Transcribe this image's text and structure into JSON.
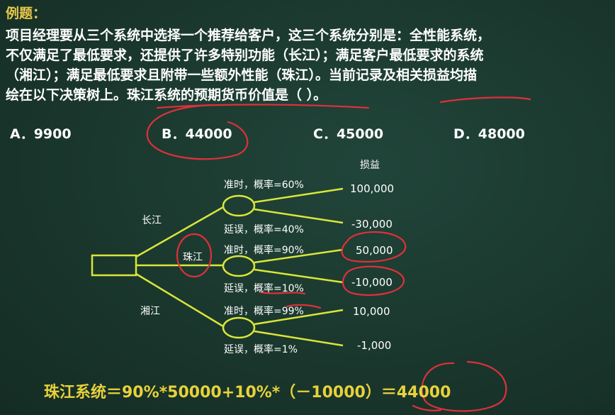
{
  "heading": "例题：",
  "problem_lines": [
    "项目经理要从三个系统中选择一个推荐给客户，这三个系统分别是：全性能系统，",
    "不仅满足了最低要求，还提供了许多特别功能（长江）；满足客户最低要求的系统",
    "（湘江）；满足最低要求且附带一些额外性能（珠江）。当前记录及相关损益均描",
    "绘在以下决策树上。珠江系统的预期货币价值是（    ）。"
  ],
  "options": [
    {
      "label": "A．9900"
    },
    {
      "label": "B．44000"
    },
    {
      "label": "C．45000"
    },
    {
      "label": "D．48000"
    }
  ],
  "tree": {
    "payoff_header": "损益",
    "branches": [
      {
        "name": "长江",
        "outcomes": [
          {
            "label": "准时，概率=60%",
            "payoff": "100,000"
          },
          {
            "label": "延误，概率=40%",
            "payoff": "-30,000"
          }
        ]
      },
      {
        "name": "珠江",
        "outcomes": [
          {
            "label": "准时，概率=90%",
            "payoff": "50,000"
          },
          {
            "label": "延误，概率=10%",
            "payoff": "-10,000"
          }
        ]
      },
      {
        "name": "湘江",
        "outcomes": [
          {
            "label": "准时，概率=99%",
            "payoff": "10,000"
          },
          {
            "label": "延误，概率=1%",
            "payoff": "-1,000"
          }
        ]
      }
    ]
  },
  "formula": "珠江系统＝90%*50000+10%*（－10000）＝44000",
  "colors": {
    "background": "#1c3a2f",
    "heading": "#e8c94a",
    "tree_lines": "#d9e63a",
    "annotation": "#e0303a",
    "formula": "#e8d23a"
  }
}
